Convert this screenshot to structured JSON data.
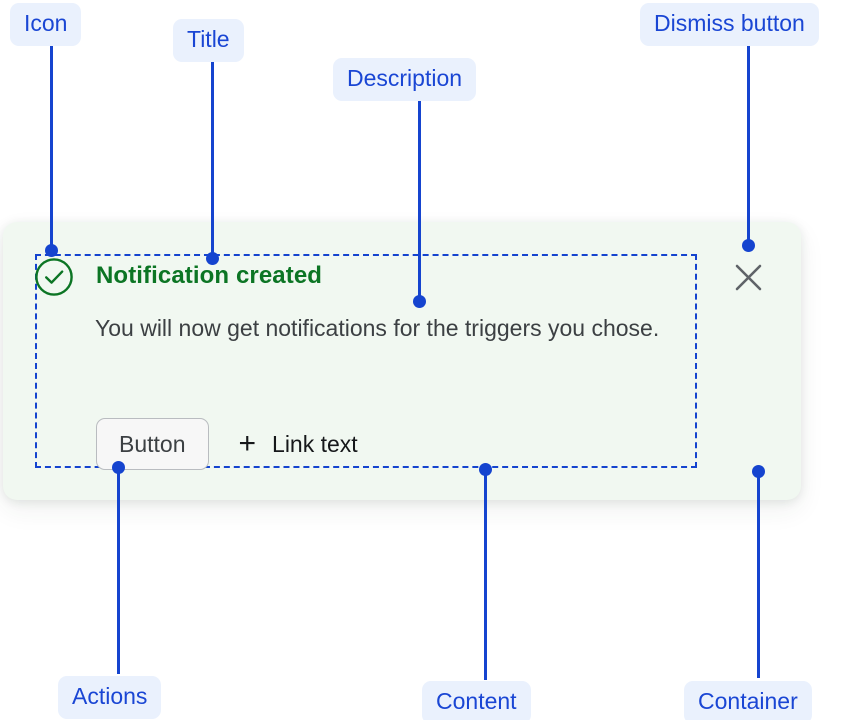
{
  "annotations": {
    "icon": {
      "label": "Icon"
    },
    "title": {
      "label": "Title"
    },
    "description": {
      "label": "Description"
    },
    "dismiss": {
      "label": "Dismiss button"
    },
    "actions": {
      "label": "Actions"
    },
    "content": {
      "label": "Content"
    },
    "container": {
      "label": "Container"
    }
  },
  "toast": {
    "icon_name": "success-check-circle-icon",
    "title": "Notification created",
    "description": "You will now get notifications for the triggers you chose.",
    "primary_button_label": "Button",
    "plus_separator": "+",
    "link_label": "Link text",
    "dismiss_icon_name": "close-x-icon"
  },
  "colors": {
    "annotation_pill_bg": "#eaf1fd",
    "annotation_text": "#1a46d4",
    "leader_line": "#1544cf",
    "toast_bg": "#f1f8f1",
    "success_green": "#0c7524",
    "body_text": "#3c4043",
    "button_bg": "#f7f7f7",
    "button_border": "#b9bcc0",
    "dismiss_icon": "#5f6368"
  }
}
